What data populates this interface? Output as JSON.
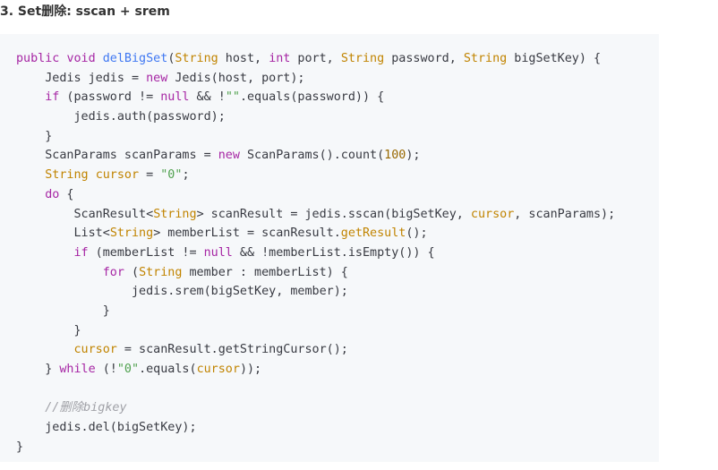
{
  "heading": {
    "text": "3. Set删除: sscan + srem"
  },
  "theme": {
    "code_background": "#f6f8fa",
    "keyword": "#a626a4",
    "type": "#c18401",
    "function": "#4078f2",
    "string": "#50a14f",
    "number": "#986801",
    "comment": "#a0a1a7",
    "plain": "#383a42"
  },
  "code": {
    "lines": [
      [
        {
          "t": "public",
          "c": "keyword"
        },
        {
          "t": " ",
          "c": "plain"
        },
        {
          "t": "void",
          "c": "keyword"
        },
        {
          "t": " ",
          "c": "plain"
        },
        {
          "t": "delBigSet",
          "c": "function"
        },
        {
          "t": "(",
          "c": "plain"
        },
        {
          "t": "String",
          "c": "type"
        },
        {
          "t": " host, ",
          "c": "plain"
        },
        {
          "t": "int",
          "c": "keyword"
        },
        {
          "t": " port, ",
          "c": "plain"
        },
        {
          "t": "String",
          "c": "type"
        },
        {
          "t": " password, ",
          "c": "plain"
        },
        {
          "t": "String",
          "c": "type"
        },
        {
          "t": " bigSetKey) {",
          "c": "plain"
        }
      ],
      [
        {
          "t": "    Jedis jedis = ",
          "c": "plain"
        },
        {
          "t": "new",
          "c": "keyword"
        },
        {
          "t": " Jedis(host, port);",
          "c": "plain"
        }
      ],
      [
        {
          "t": "    ",
          "c": "plain"
        },
        {
          "t": "if",
          "c": "keyword"
        },
        {
          "t": " (password != ",
          "c": "plain"
        },
        {
          "t": "null",
          "c": "keyword"
        },
        {
          "t": " && !",
          "c": "plain"
        },
        {
          "t": "\"\"",
          "c": "string"
        },
        {
          "t": ".equals(password)) {",
          "c": "plain"
        }
      ],
      [
        {
          "t": "        jedis.auth(password);",
          "c": "plain"
        }
      ],
      [
        {
          "t": "    }",
          "c": "plain"
        }
      ],
      [
        {
          "t": "    ScanParams scanParams = ",
          "c": "plain"
        },
        {
          "t": "new",
          "c": "keyword"
        },
        {
          "t": " ScanParams().count(",
          "c": "plain"
        },
        {
          "t": "100",
          "c": "number"
        },
        {
          "t": ");",
          "c": "plain"
        }
      ],
      [
        {
          "t": "    ",
          "c": "plain"
        },
        {
          "t": "String",
          "c": "type"
        },
        {
          "t": " ",
          "c": "plain"
        },
        {
          "t": "cursor",
          "c": "variable"
        },
        {
          "t": " = ",
          "c": "plain"
        },
        {
          "t": "\"0\"",
          "c": "string"
        },
        {
          "t": ";",
          "c": "plain"
        }
      ],
      [
        {
          "t": "    ",
          "c": "plain"
        },
        {
          "t": "do",
          "c": "keyword"
        },
        {
          "t": " {",
          "c": "plain"
        }
      ],
      [
        {
          "t": "        ScanResult<",
          "c": "plain"
        },
        {
          "t": "String",
          "c": "type"
        },
        {
          "t": "> scanResult = jedis.sscan(bigSetKey, ",
          "c": "plain"
        },
        {
          "t": "cursor",
          "c": "variable"
        },
        {
          "t": ", scanParams);",
          "c": "plain"
        }
      ],
      [
        {
          "t": "        List<",
          "c": "plain"
        },
        {
          "t": "String",
          "c": "type"
        },
        {
          "t": "> memberList = scanResult.",
          "c": "plain"
        },
        {
          "t": "getResult",
          "c": "variable"
        },
        {
          "t": "();",
          "c": "plain"
        }
      ],
      [
        {
          "t": "        ",
          "c": "plain"
        },
        {
          "t": "if",
          "c": "keyword"
        },
        {
          "t": " (memberList != ",
          "c": "plain"
        },
        {
          "t": "null",
          "c": "keyword"
        },
        {
          "t": " && !memberList.isEmpty()) {",
          "c": "plain"
        }
      ],
      [
        {
          "t": "            ",
          "c": "plain"
        },
        {
          "t": "for",
          "c": "keyword"
        },
        {
          "t": " (",
          "c": "plain"
        },
        {
          "t": "String",
          "c": "type"
        },
        {
          "t": " member : memberList) {",
          "c": "plain"
        }
      ],
      [
        {
          "t": "                jedis.srem(bigSetKey, member);",
          "c": "plain"
        }
      ],
      [
        {
          "t": "            }",
          "c": "plain"
        }
      ],
      [
        {
          "t": "        }",
          "c": "plain"
        }
      ],
      [
        {
          "t": "        ",
          "c": "plain"
        },
        {
          "t": "cursor",
          "c": "variable"
        },
        {
          "t": " = scanResult.getStringCursor();",
          "c": "plain"
        }
      ],
      [
        {
          "t": "    } ",
          "c": "plain"
        },
        {
          "t": "while",
          "c": "keyword"
        },
        {
          "t": " (!",
          "c": "plain"
        },
        {
          "t": "\"0\"",
          "c": "string"
        },
        {
          "t": ".equals(",
          "c": "plain"
        },
        {
          "t": "cursor",
          "c": "variable"
        },
        {
          "t": "));",
          "c": "plain"
        }
      ],
      [
        {
          "t": "",
          "c": "plain"
        }
      ],
      [
        {
          "t": "    ",
          "c": "plain"
        },
        {
          "t": "//删除bigkey",
          "c": "comment"
        }
      ],
      [
        {
          "t": "    jedis.del(bigSetKey);",
          "c": "plain"
        }
      ],
      [
        {
          "t": "}",
          "c": "plain"
        }
      ]
    ]
  }
}
